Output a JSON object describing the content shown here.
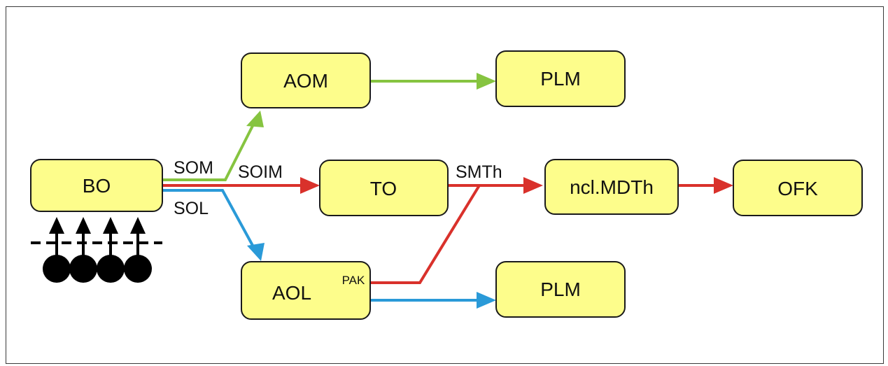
{
  "colors": {
    "box_fill": "#fdfd8b",
    "box_stroke": "#1a1a1a",
    "green": "#86c440",
    "red": "#d9312b",
    "blue": "#2a9ad8",
    "black": "#000000"
  },
  "nodes": {
    "bo": "BO",
    "aom": "AOM",
    "plm_top": "PLM",
    "to": "TO",
    "ncl_mdth": "ncl.MDTh",
    "ofk": "OFK",
    "aol": "AOL",
    "plm_bottom": "PLM"
  },
  "edge_labels": {
    "som": "SOM",
    "soim": "SOIM",
    "sol": "SOL",
    "smth": "SMTh",
    "pak": "PAK"
  },
  "icons": {
    "input_arrows": "upward-arrows-icon",
    "dots": "black-dots-icon"
  }
}
